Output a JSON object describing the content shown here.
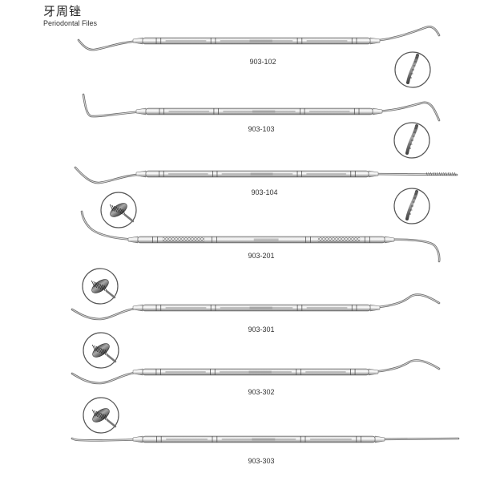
{
  "header": {
    "title_cn": "牙周锉",
    "title_en": "Periodontal Files"
  },
  "instruments": [
    {
      "code": "903-102",
      "detail": "right"
    },
    {
      "code": "903-103",
      "detail": "right"
    },
    {
      "code": "903-104",
      "detail": "right"
    },
    {
      "code": "903-201",
      "detail": "left"
    },
    {
      "code": "903-301",
      "detail": "left"
    },
    {
      "code": "903-302",
      "detail": "left"
    },
    {
      "code": "903-303",
      "detail": "left"
    }
  ],
  "colors": {
    "steel_light": "#f2f2f2",
    "steel_mid": "#c4c4c4",
    "steel_dark": "#7d7d7d",
    "outline": "#555555"
  }
}
